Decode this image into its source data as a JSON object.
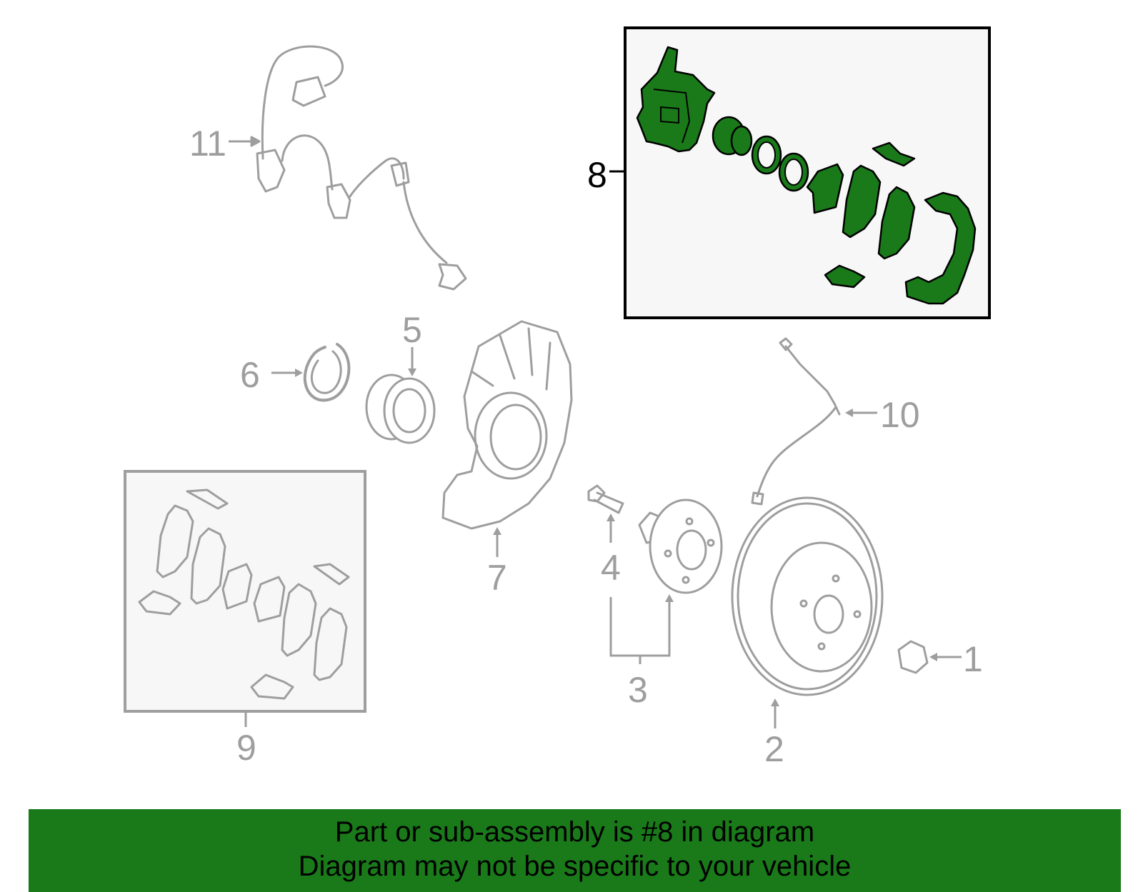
{
  "callouts": {
    "c1": "1",
    "c2": "2",
    "c3": "3",
    "c4": "4",
    "c5": "5",
    "c6": "6",
    "c7": "7",
    "c8": "8",
    "c9": "9",
    "c10": "10",
    "c11": "11"
  },
  "highlighted_part": "8",
  "colors": {
    "highlight_fill": "#1a7a1a",
    "banner_background": "#1a7a1a",
    "part_outline": "#9e9e9e"
  },
  "banner": {
    "line1": "Part or sub-assembly is #8 in diagram",
    "line2": "Diagram may not be specific to your vehicle"
  }
}
